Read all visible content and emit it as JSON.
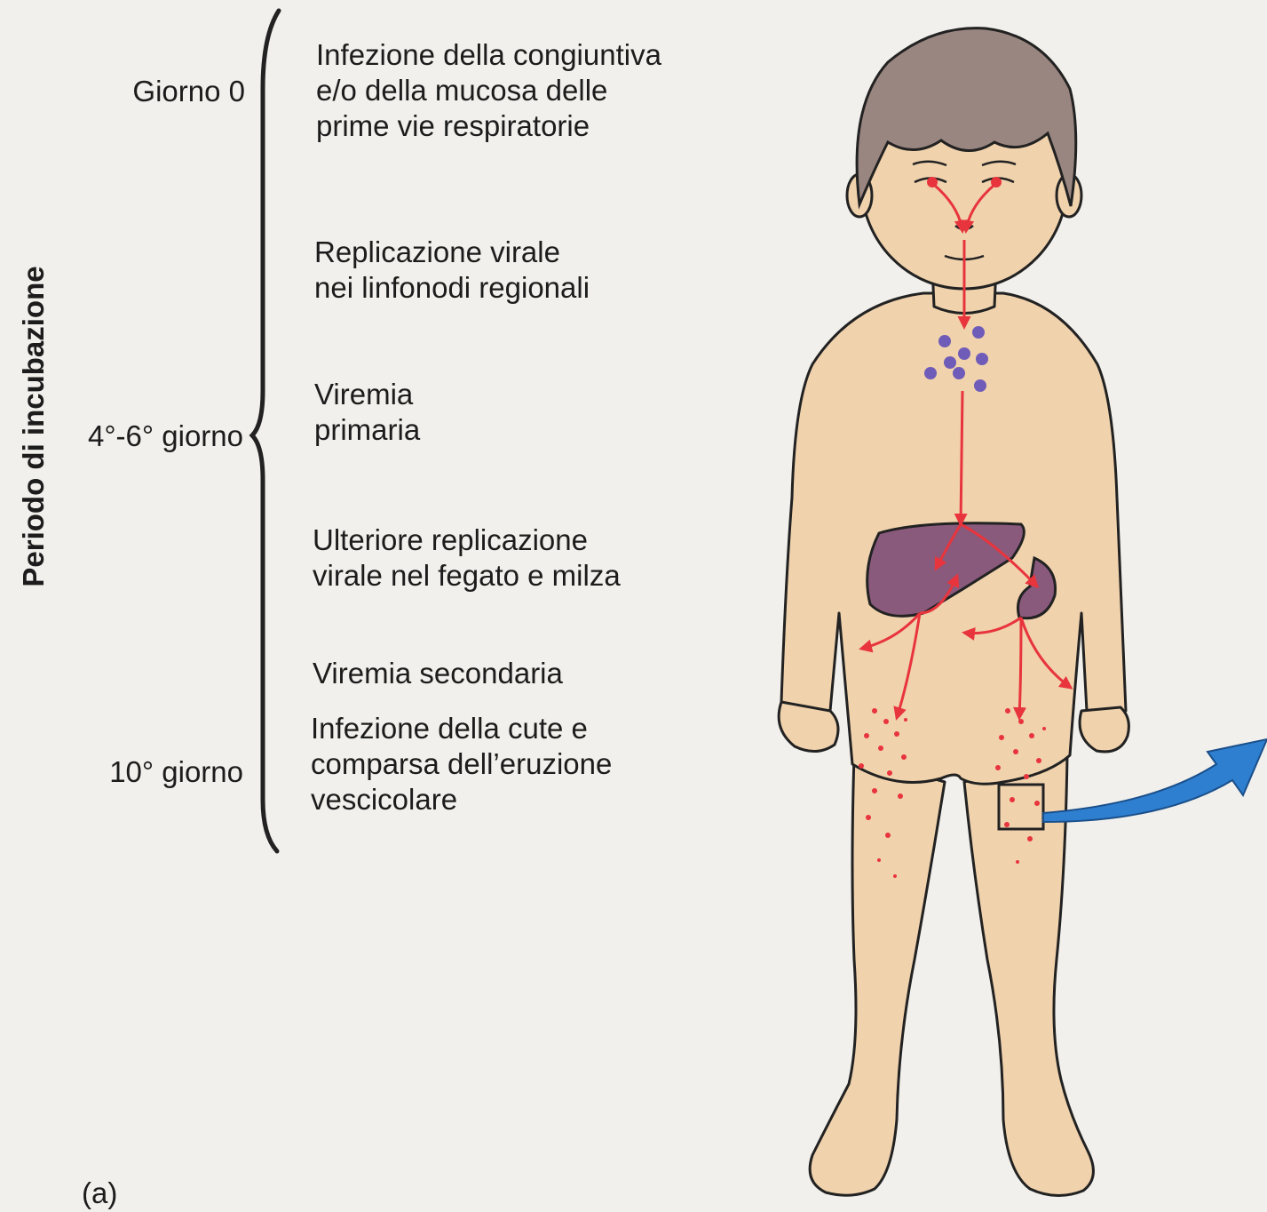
{
  "axis_label": "Periodo di incubazione",
  "days": {
    "day0": "Giorno 0",
    "day4_6": "4°-6° giorno",
    "day10": "10° giorno"
  },
  "stages": {
    "s1": [
      "Infezione della congiuntiva",
      "e/o della mucosa delle",
      "prime vie respiratorie"
    ],
    "s2": [
      "Replicazione virale",
      "nei linfonodi regionali"
    ],
    "s3": [
      "Viremia",
      "primaria"
    ],
    "s4": [
      "Ulteriore replicazione",
      "virale nel fegato e milza"
    ],
    "s5": [
      "Viremia secondaria"
    ],
    "s6": [
      "Infezione della cute e",
      "comparsa dell’eruzione",
      "vescicolare"
    ]
  },
  "figure_tag": "(a)",
  "colors": {
    "skin": "#f0d2ad",
    "hair": "#9a8680",
    "organ": "#8a5a7c",
    "lymph_node": "#6f5cb8",
    "virus_path": "#e8343c",
    "callout_arrow": "#2f7fd0"
  }
}
